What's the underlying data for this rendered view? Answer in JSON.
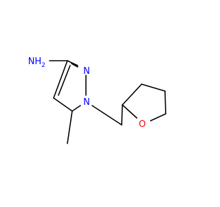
{
  "molecule": {
    "colors": {
      "carbon_bond": "#000000",
      "nitrogen": "#0000ff",
      "oxygen": "#ff0000",
      "background": "#ffffff"
    },
    "atom_labels": {
      "amine": "NH",
      "amine_subscript": "2",
      "ring_nitrogen_2": "N",
      "ring_nitrogen_1": "N",
      "ring_oxygen": "O"
    }
  }
}
